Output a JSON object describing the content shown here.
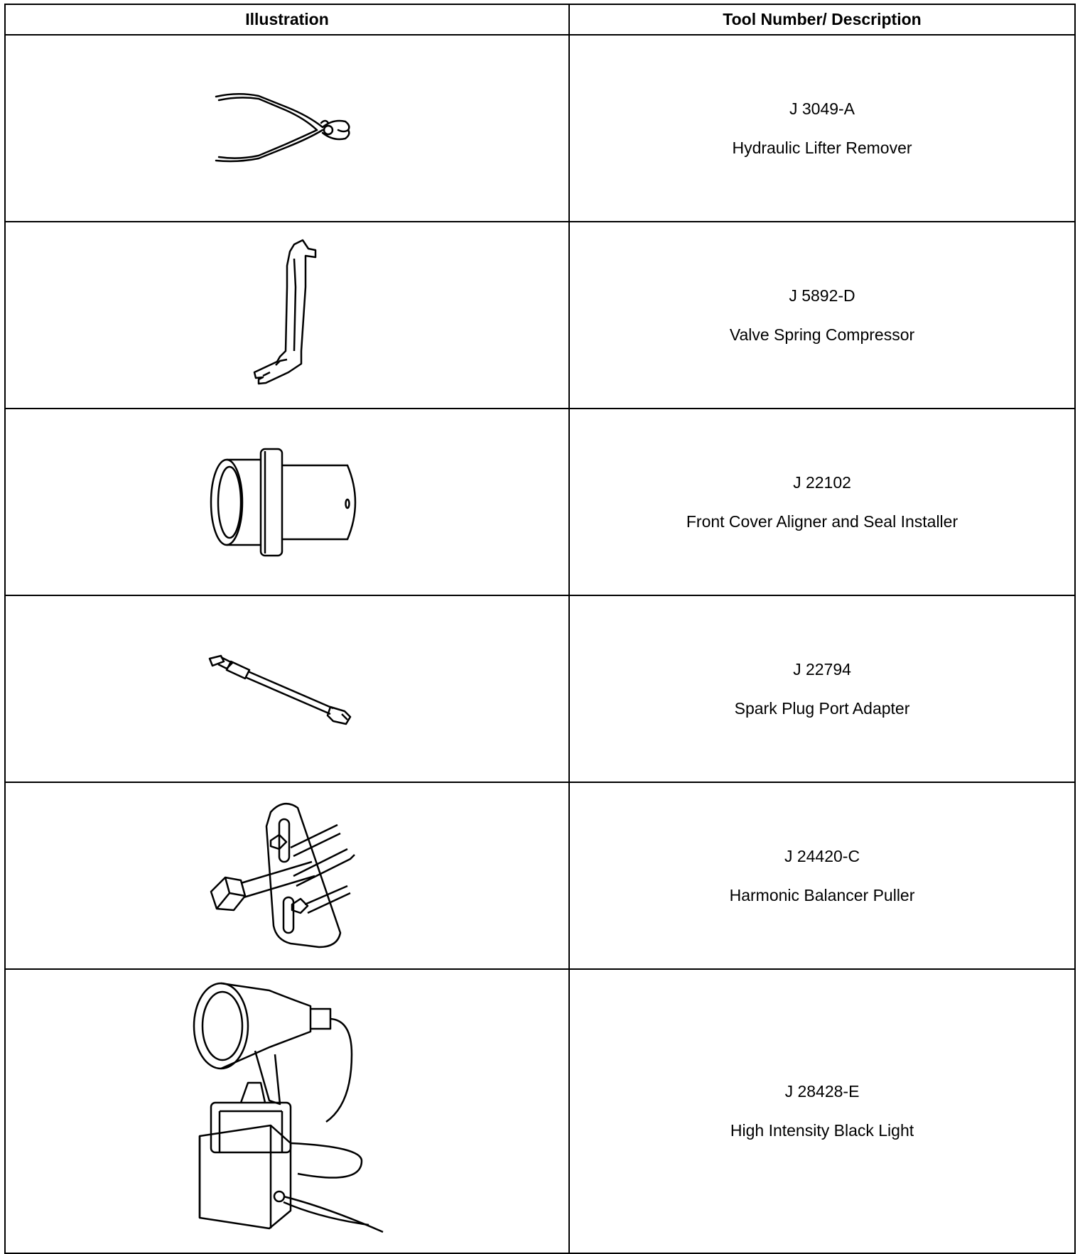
{
  "table": {
    "headers": [
      "Illustration",
      "Tool Number/ Description"
    ],
    "rows": [
      {
        "tool_number": "J 3049-A",
        "description": "Hydraulic Lifter Remover",
        "icon": "pliers-icon"
      },
      {
        "tool_number": "J 5892-D",
        "description": "Valve Spring Compressor",
        "icon": "valve-spring-compressor-icon"
      },
      {
        "tool_number": "J 22102",
        "description": "Front Cover Aligner and Seal Installer",
        "icon": "seal-installer-icon"
      },
      {
        "tool_number": "J 22794",
        "description": "Spark Plug Port Adapter",
        "icon": "spark-plug-adapter-icon"
      },
      {
        "tool_number": "J 24420-C",
        "description": "Harmonic Balancer Puller",
        "icon": "balancer-puller-icon"
      },
      {
        "tool_number": "J 28428-E",
        "description": "High Intensity Black Light",
        "icon": "black-light-icon"
      }
    ]
  }
}
